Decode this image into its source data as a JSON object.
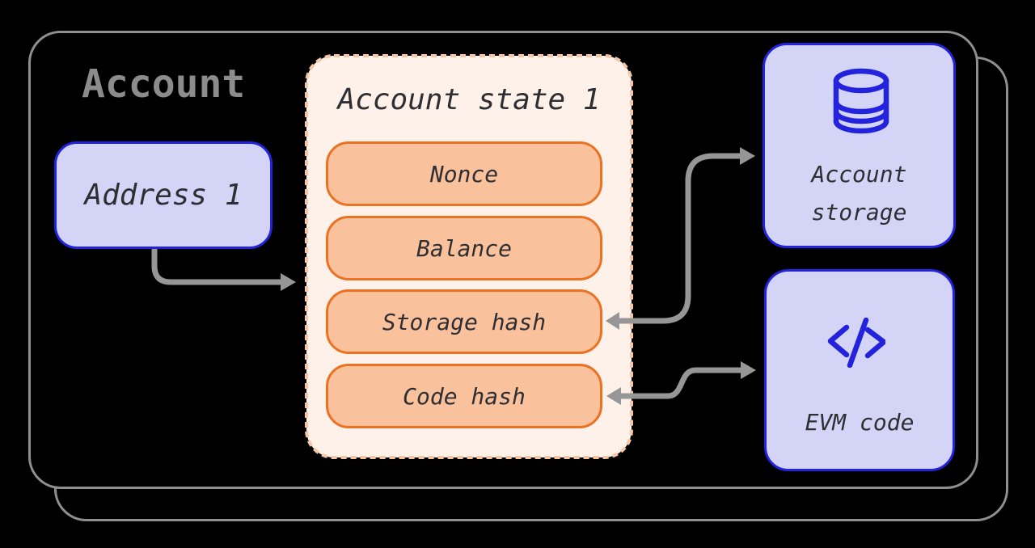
{
  "diagram": {
    "title": "Account",
    "address_box": {
      "label": "Address 1"
    },
    "state_box": {
      "title": "Account state 1",
      "fields": [
        "Nonce",
        "Balance",
        "Storage hash",
        "Code hash"
      ]
    },
    "storage_box": {
      "label": "Account storage",
      "icon": "database-icon"
    },
    "evm_box": {
      "label": "EVM code",
      "icon": "code-icon"
    },
    "connections": [
      {
        "from": "address-box",
        "to": "account-state-box",
        "direction": "one-way"
      },
      {
        "from": "storage-hash-field",
        "to": "account-storage-box",
        "direction": "two-way"
      },
      {
        "from": "code-hash-field",
        "to": "evm-code-box",
        "direction": "two-way"
      }
    ],
    "colors": {
      "background": "#000000",
      "container_border": "#8f8f8f",
      "title_text": "#8c8c8c",
      "accent_blue": "#2323dd",
      "lavender_fill": "#d4d4f7",
      "orange_border": "#ec7223",
      "orange_fill": "#f9c19c",
      "cream_fill": "#fdf1e9",
      "dash_border": "#f7c6a5",
      "arrow_gray": "#969696",
      "text_dark": "#2e2e33"
    }
  }
}
